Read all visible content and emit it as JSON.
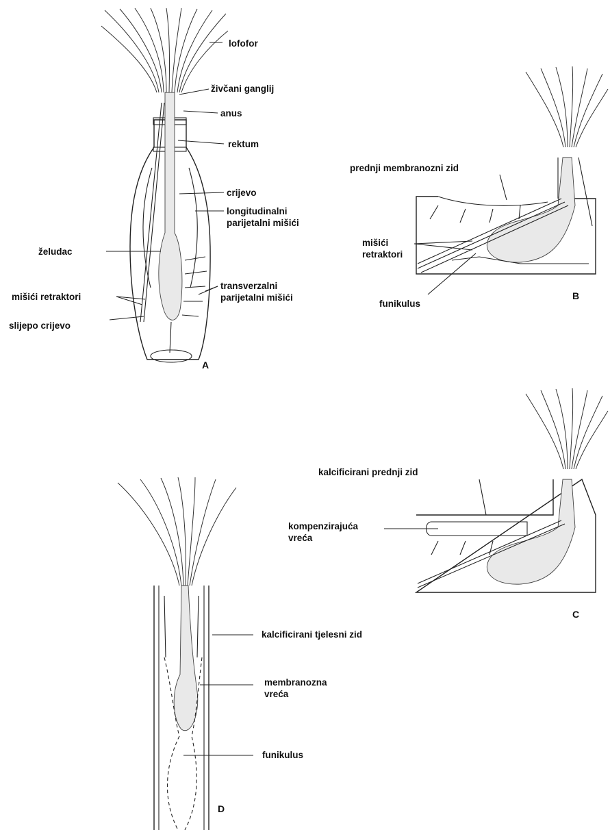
{
  "labels": {
    "a_lofofor": "lofofor",
    "a_ganglij": "živčani ganglij",
    "a_anus": "anus",
    "a_rektum": "rektum",
    "a_crijevo": "crijevo",
    "a_longitudinalni_1": "longitudinalni",
    "a_longitudinalni_2": "parijetalni mišići",
    "a_zeludac": "želudac",
    "a_retraktori": "mišići retraktori",
    "a_transverzalni_1": "transverzalni",
    "a_transverzalni_2": "parijetalni mišići",
    "a_slijepo": "slijepo crijevo",
    "b_prednji": "prednji membranozni zid",
    "b_retraktori_1": "mišići",
    "b_retraktori_2": "retraktori",
    "b_funikulus": "funikulus",
    "c_kalcificirani": "kalcificirani prednji zid",
    "c_kompenzirajuca_1": "kompenzirajuća",
    "c_kompenzirajuca_2": "vreća",
    "d_tjelesni": "kalcificirani tjelesni zid",
    "d_membranozna_1": "membranozna",
    "d_membranozna_2": "vreća",
    "d_funikulus": "funikulus"
  },
  "panel_letters": {
    "a": "A",
    "b": "B",
    "c": "C",
    "d": "D"
  }
}
